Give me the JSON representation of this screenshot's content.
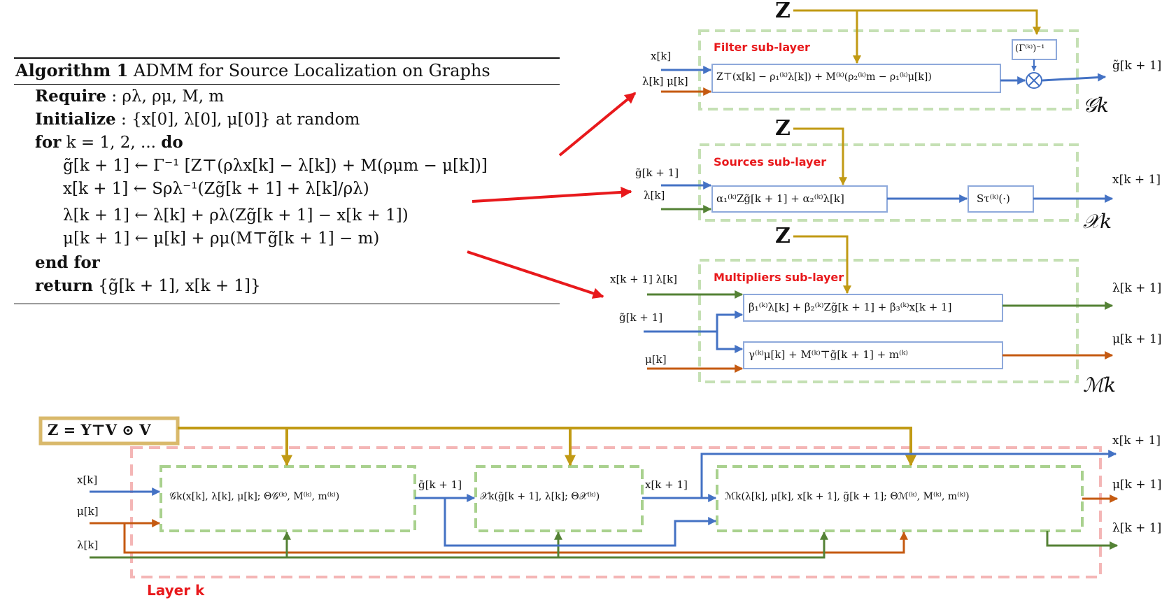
{
  "algorithm": {
    "title_label": "Algorithm 1",
    "title_text": "ADMM for Source Localization on Graphs",
    "lines": [
      {
        "kw": "Require",
        "text": " : ρλ, ρμ, M, m"
      },
      {
        "kw": "Initialize",
        "text": " : {x[0], λ[0], μ[0]} at random"
      },
      {
        "kw": "for",
        "text": " k = 1, 2, ... ",
        "kw2": "do"
      },
      {
        "kw": "",
        "text": "g̃[k + 1] ← Γ⁻¹ [Z⊤(ρλx[k] − λ[k]) + M(ρμm − μ[k])]"
      },
      {
        "kw": "",
        "text": "x[k + 1] ← Sρλ⁻¹(Zg̃[k + 1] + λ[k]/ρλ)"
      },
      {
        "kw": "",
        "text": "λ[k + 1] ← λ[k] + ρλ(Zg̃[k + 1] − x[k + 1])"
      },
      {
        "kw": "",
        "text": "μ[k + 1] ← μ[k] + ρμ(M⊤g̃[k + 1] − m)"
      },
      {
        "kw": "end for",
        "text": ""
      },
      {
        "kw": "return",
        "text": " {g̃[k + 1], x[k + 1]}"
      }
    ]
  },
  "filter": {
    "label": "Filter sub-layer",
    "z": "Z",
    "gamma_inv": "(Γ⁽ᵏ⁾)⁻¹",
    "in_x": "x[k]",
    "in_lm": "λ[k] μ[k]",
    "equation": "Z⊤(x[k] − ρ₁⁽ᵏ⁾λ[k]) + M⁽ᵏ⁾(ρ₂⁽ᵏ⁾m − ρ₁⁽ᵏ⁾μ[k])",
    "out": "g̃[k + 1]",
    "symbol": "𝒢k"
  },
  "sources": {
    "label": "Sources sub-layer",
    "z": "Z",
    "in_g": "g̃[k + 1]",
    "in_l": "λ[k]",
    "equation": "α₁⁽ᵏ⁾Zg̃[k + 1] + α₂⁽ᵏ⁾λ[k]",
    "threshold": "Sτ⁽ᵏ⁾(·)",
    "out": "x[k + 1]",
    "symbol": "𝒳k"
  },
  "multipliers": {
    "label": "Multipliers sub-layer",
    "z": "Z",
    "in_xl": "x[k + 1] λ[k]",
    "in_g": "g̃[k + 1]",
    "in_mu": "μ[k]",
    "equation1": "β₁⁽ᵏ⁾λ[k] + β₂⁽ᵏ⁾Zg̃[k + 1] + β₃⁽ᵏ⁾x[k + 1]",
    "equation2": "γ⁽ᵏ⁾μ[k] + M⁽ᵏ⁾⊤g̃[k + 1] + m⁽ᵏ⁾",
    "out_l": "λ[k + 1]",
    "out_mu": "μ[k + 1]",
    "symbol": "ℳk"
  },
  "layer": {
    "zbox": "Z = Y⊤V ⊙ V",
    "label": "Layer k",
    "in_x": "x[k]",
    "in_mu": "μ[k]",
    "in_l": "λ[k]",
    "g_block": "𝒢k(x[k], λ[k], μ[k]; Θ𝒢⁽ᵏ⁾, M⁽ᵏ⁾, m⁽ᵏ⁾)",
    "x_block": "𝒳k(g̃[k + 1], λ[k]; Θ𝒳⁽ᵏ⁾)",
    "m_block": "ℳk(λ[k], μ[k], x[k + 1], g̃[k + 1]; Θℳ⁽ᵏ⁾, M⁽ᵏ⁾, m⁽ᵏ⁾)",
    "mid_g": "g̃[k + 1]",
    "mid_x": "x[k + 1]",
    "out_x": "x[k + 1]",
    "out_mu": "μ[k + 1]",
    "out_l": "λ[k + 1]"
  },
  "colors": {
    "z_gold": "#c19a14",
    "blue": "#4472c4",
    "orange": "#c55a11",
    "green": "#548235",
    "red": "#e8191c",
    "dash_green": "#c5e0b4",
    "dash_pink": "#f4b6b6",
    "box_blue": "#8ea9db"
  }
}
